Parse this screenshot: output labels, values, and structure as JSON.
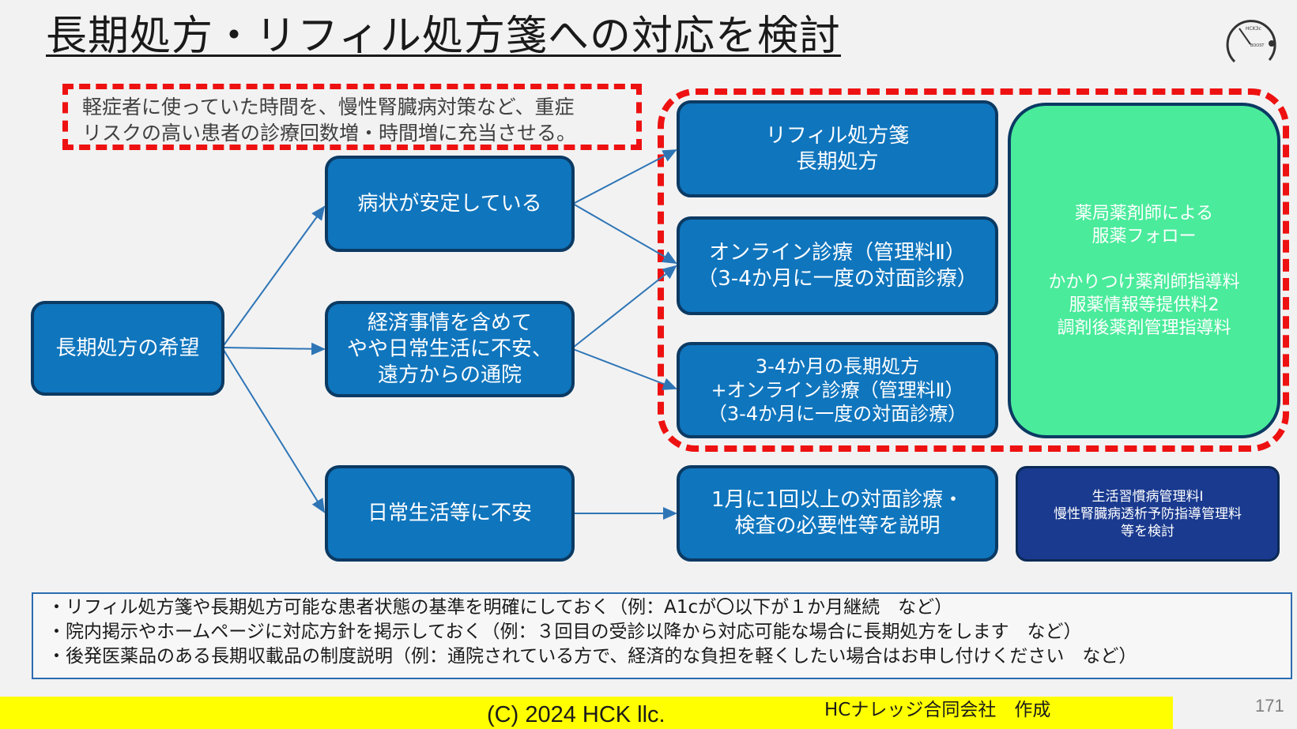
{
  "title": "長期処方・リフィル処方箋への対応を検討",
  "logo": {
    "text_top": "HCK3c",
    "text_bottom": "BOOST"
  },
  "callout": {
    "line1": "軽症者に使っていた時間を、慢性腎臓病対策など、重症",
    "line2": "リスクの高い患者の診療回数増・時間増に充当させる。"
  },
  "boxes": {
    "root": "長期処方の希望",
    "stable": "病状が安定している",
    "economic": "経済事情を含めて\nやや日常生活に不安、\n遠方からの通院",
    "anxious": "日常生活等に不安",
    "refill": "リフィル処方箋\n長期処方",
    "online": "オンライン診療（管理料Ⅱ）\n（3-4か月に一度の対面診療）",
    "long_online": "3-4か月の長期処方\n+オンライン診療（管理料Ⅱ）\n（3-4か月に一度の対面診療）",
    "monthly": "1月に1回以上の対面診療・\n検査の必要性等を説明",
    "pharmacy": "薬局薬剤師による\n服薬フォロー\n\nかかりつけ薬剤師指導料\n服薬情報等提供料2\n調剤後薬剤管理指導料",
    "management": "生活習慣病管理料Ⅰ\n慢性腎臓病透析予防指導管理料\n等を検討"
  },
  "notes": [
    "・リフィル処方箋や長期処方可能な患者状態の基準を明確にしておく（例：A1cが〇以下が１か月継続　など）",
    "・院内掲示やホームページに対応方針を掲示しておく（例：３回目の受診以降から対応可能な場合に長期処方をします　など）",
    "・後発医薬品のある長期収載品の制度説明（例：通院されている方で、経済的な負担を軽くしたい場合はお申し付けください　など）"
  ],
  "footer": {
    "copyright": "(C) 2024 HCK llc.",
    "company": "HCナレッジ合同会社　作成",
    "page": "171"
  },
  "colors": {
    "box_blue": "#0f75bd",
    "box_border": "#0b3a63",
    "green": "#4aeb9b",
    "navy": "#1a3a8f",
    "dashed_red": "#ee1111",
    "footer_yellow": "#ffff00"
  }
}
